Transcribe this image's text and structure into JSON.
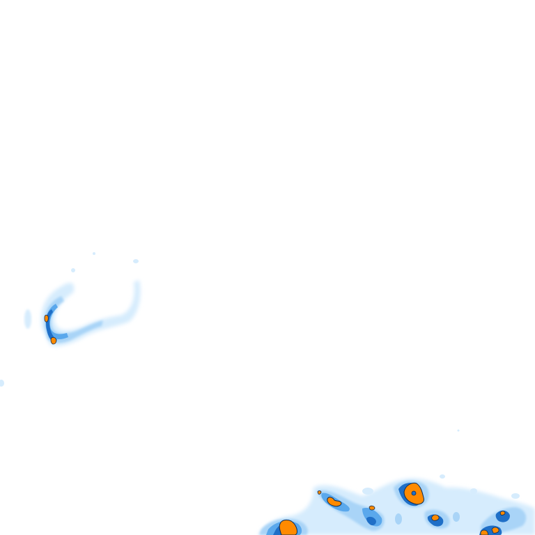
{
  "map": {
    "type": "precipitation-radar-tile",
    "palette": {
      "background": "#ffffff",
      "very_light": "#d6ecfd",
      "light": "#a9d4f7",
      "moderate": "#5aa8ec",
      "strong": "#1f6fc7",
      "heavy": "#ff8a00",
      "outline": "#0b2a55"
    },
    "intensity_levels": [
      "very_light",
      "light",
      "moderate",
      "strong",
      "heavy"
    ]
  }
}
